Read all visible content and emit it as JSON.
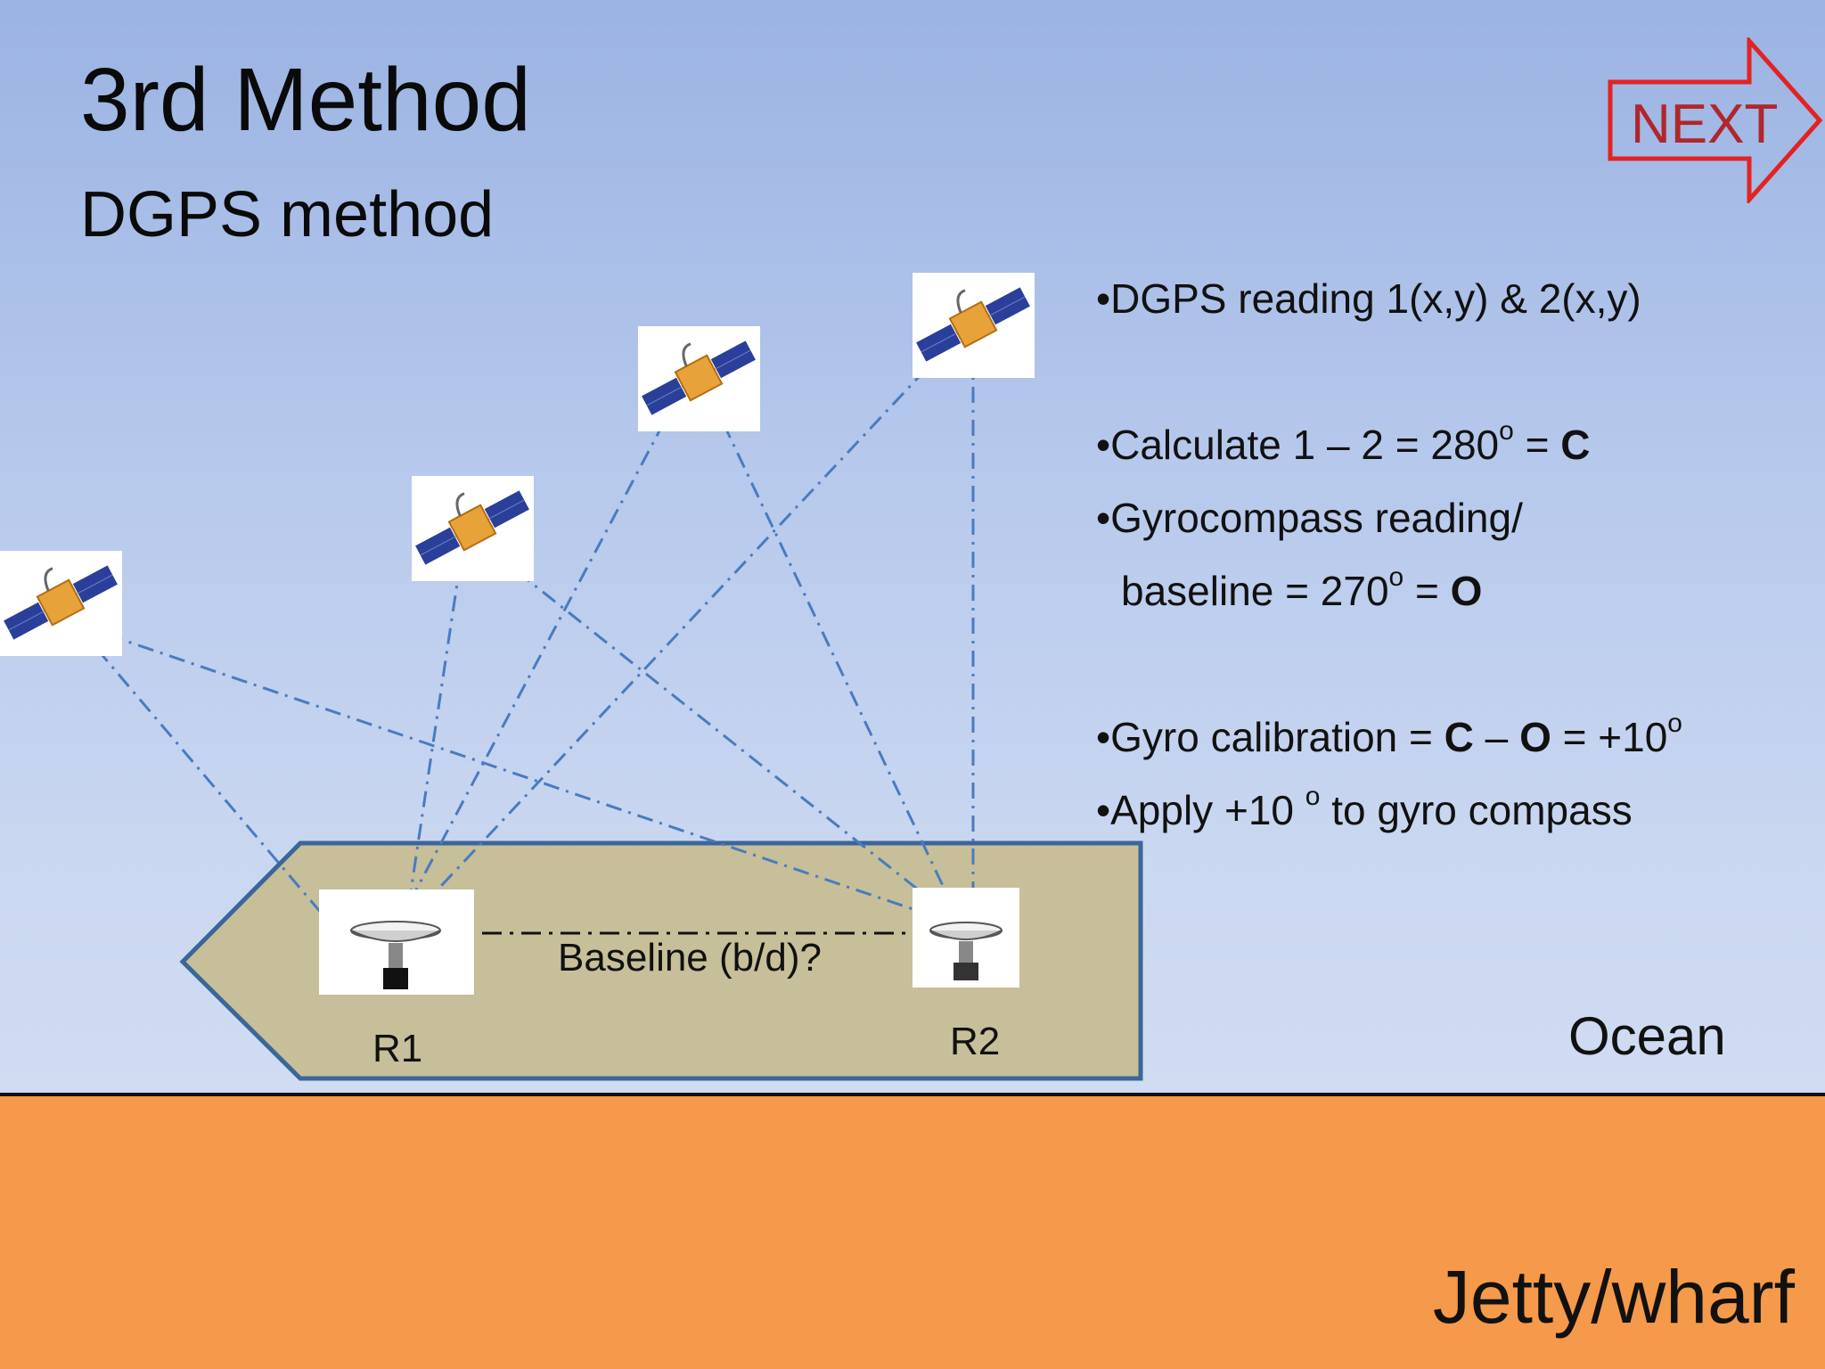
{
  "slide": {
    "title": "3rd Method",
    "subtitle": "DGPS method"
  },
  "next_button": {
    "label": "NEXT",
    "color": "#e32222"
  },
  "bullets": {
    "dgps_reading": "•DGPS reading 1(x,y) & 2(x,y)",
    "calc_prefix": "•Calculate 1 – 2 = 280",
    "calc_suffix": " = ",
    "calc_bold": "C",
    "gyro_line1": "•Gyrocompass reading/",
    "gyro_line2_prefix": "baseline = 270",
    "gyro_line2_suffix": " = ",
    "gyro_line2_bold": "O",
    "calib_prefix": "•Gyro calibration = ",
    "calib_c": "C",
    "calib_dash": " – ",
    "calib_o": "O",
    "calib_suffix": " = +10",
    "apply_prefix": "•Apply +10 ",
    "apply_suffix": " to gyro compass",
    "degree_mark": "o"
  },
  "diagram": {
    "receivers": [
      {
        "label": "R1"
      },
      {
        "label": "R2"
      }
    ],
    "baseline_label": "Baseline (b/d)?",
    "ocean_label": "Ocean",
    "jetty_label": "Jetty/wharf",
    "colors": {
      "ship_fill": "#c6bf99",
      "ship_stroke": "#3c6599",
      "signal_line": "#4a7bbf",
      "jetty": "#f5994a"
    }
  }
}
